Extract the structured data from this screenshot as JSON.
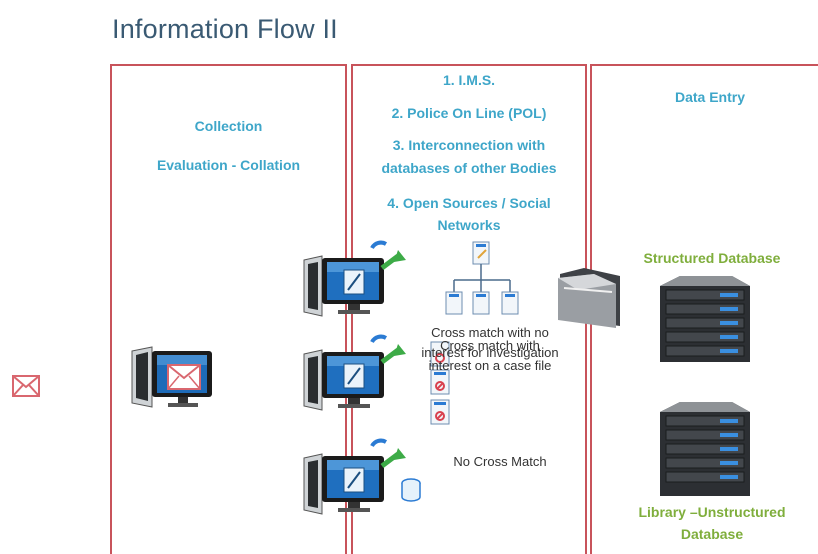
{
  "title": "Information Flow II",
  "collection": {
    "heading": "Collection",
    "subheading": "Evaluation - Collation"
  },
  "sources": {
    "item1": "1. I.M.S.",
    "item2": "2. Police On Line (POL)",
    "item3_line1": "3. Interconnection with",
    "item3_line2": "databases of other Bodies",
    "item4_line1": "4. Open Sources / Social",
    "item4_line2": "Networks",
    "cross_no_interest_line1": "Cross match with no",
    "cross_no_interest_line2": "interest for investigation",
    "cross_case_line1": "Cross match with",
    "cross_case_line2": "interest on a case file",
    "no_cross": "No Cross Match"
  },
  "data_entry": {
    "heading": "Data Entry",
    "structured": "Structured Database",
    "library_line1": "Library –Unstructured",
    "library_line2": "Database"
  },
  "colors": {
    "border": "#c8535b",
    "title": "#3a5a73",
    "blue_text": "#3ea6c9",
    "green_text": "#7fae3c"
  }
}
